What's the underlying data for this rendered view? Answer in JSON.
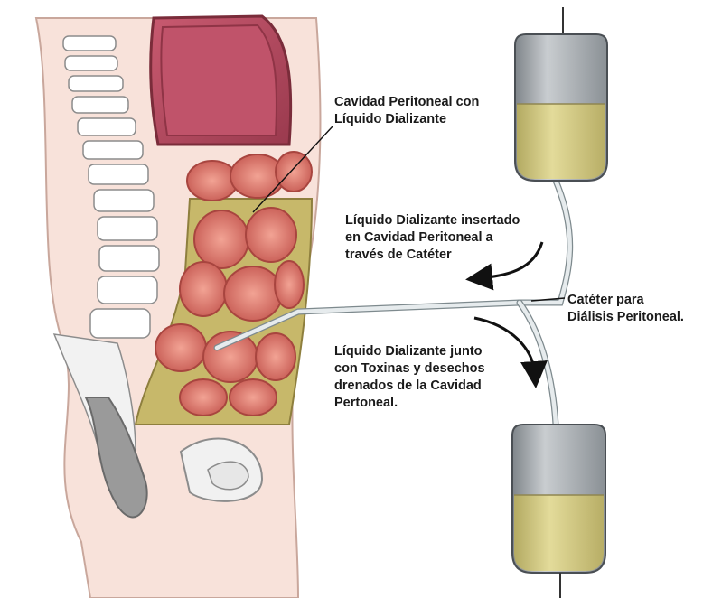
{
  "labels": {
    "cavity": "Cavidad Peritoneal con\nLíquido Dializante",
    "inserted": "Líquido Dializante insertado\nen Cavidad Peritoneal a\ntravés de Catéter",
    "catheter": "Catéter para\nDiálisis Peritoneal.",
    "drained": "Líquido Dializante junto\ncon Toxinas y desechos\ndrenados de la Cavidad\nPertoneal."
  },
  "colors": {
    "skin": "#f8e2da",
    "skin_outline": "#c9a79c",
    "bone": "#ffffff",
    "bone_outline": "#8c8c8c",
    "organ_dark": "#b54a5e",
    "intestine": "#e88a80",
    "intestine_dark": "#c75d55",
    "dialysate": "#c7b86a",
    "bag_glass": "#9ea3a8",
    "bag_fluid": "#d8cf86",
    "catheter": "#e6ebed"
  },
  "icons": [
    "spine-illustration",
    "intestine-illustration",
    "bag-icon",
    "curved-arrow-icon"
  ]
}
